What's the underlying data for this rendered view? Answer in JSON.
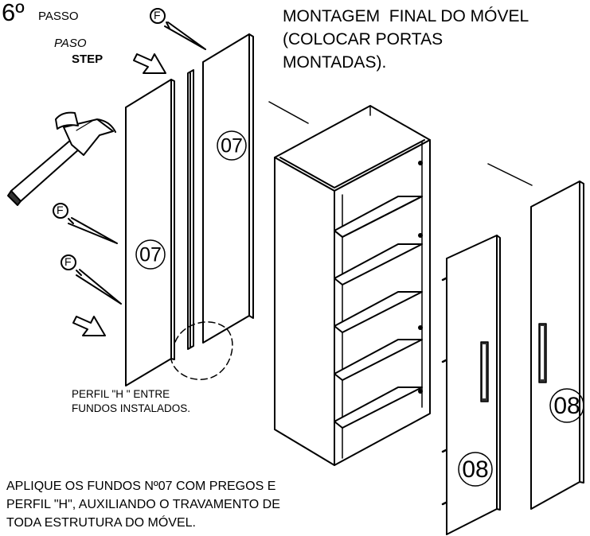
{
  "step": {
    "number": "6º",
    "label_pt": "PASSO",
    "label_es": "PASO",
    "label_en": "STEP"
  },
  "title": {
    "lines": [
      "MONTAGEM  FINAL DO MÓVEL",
      "(COLOCAR PORTAS",
      "MONTADAS)."
    ]
  },
  "part_labels": {
    "back_panel_left": "07",
    "back_panel_right": "07",
    "door_front": "08",
    "door_back": "08"
  },
  "nail_label": "F",
  "perfil_note": {
    "lines": [
      "PERFIL \"H \" ENTRE",
      "FUNDOS INSTALADOS."
    ]
  },
  "instructions": {
    "lines": [
      "APLIQUE OS FUNDOS Nº07 COM PREGOS E",
      "PERFIL \"H\", AUXILIANDO O TRAVAMENTO DE",
      "TODA ESTRUTURA DO MÓVEL."
    ]
  },
  "icons": [
    "hammer-icon",
    "nail-icon",
    "arrow-icon"
  ],
  "colors": {
    "line": "#000000",
    "background": "#ffffff",
    "handle_dark": "#333333"
  }
}
